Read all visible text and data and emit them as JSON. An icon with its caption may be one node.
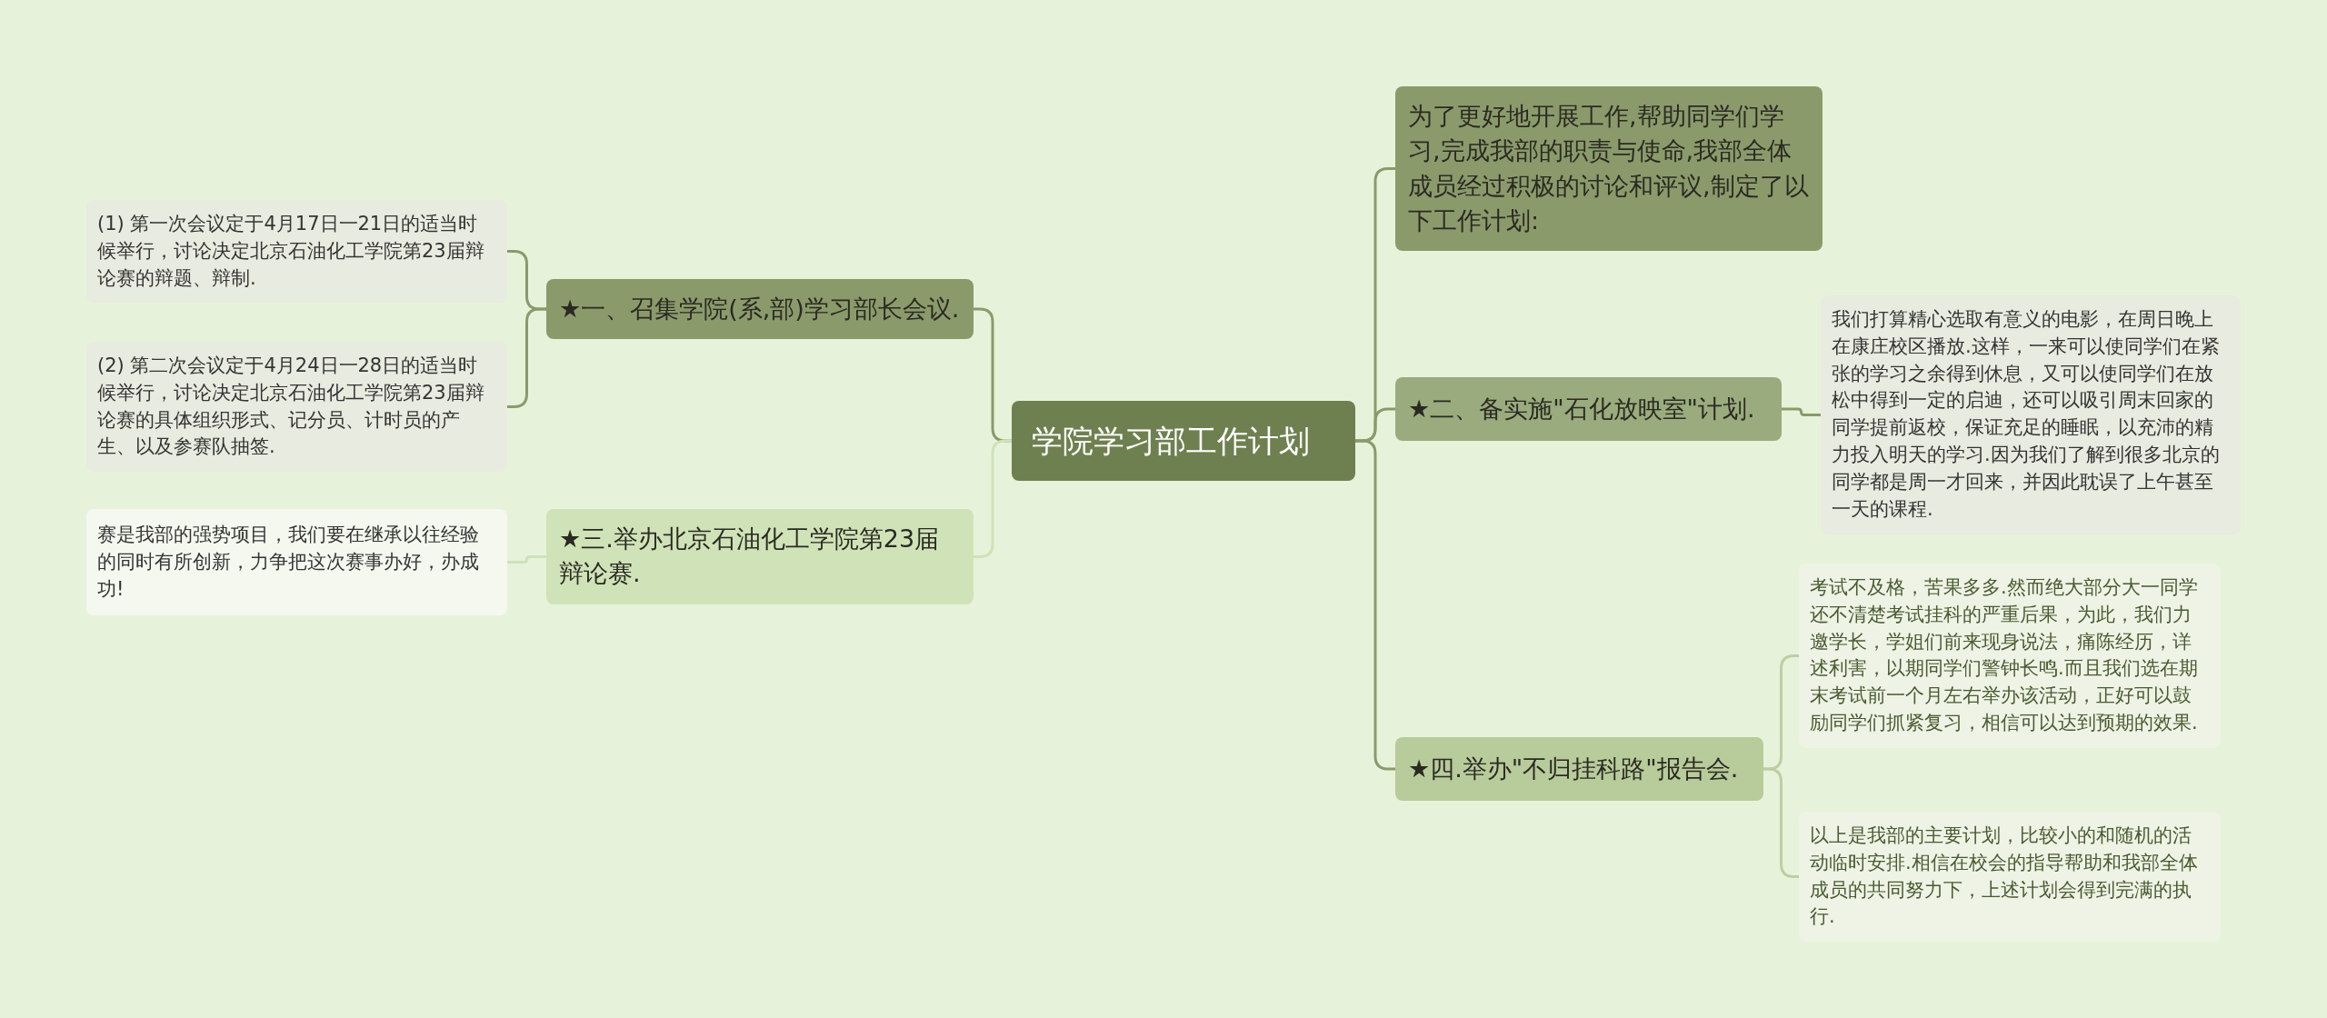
{
  "diagram": {
    "nodes": [
      {
        "text": [
          "学院学习部工作计划"
        ]
      },
      {
        "text": [
          "为了更好地开展工作,帮助同学们学习,完成我部的职责与使命,我部全体成员经过积极的讨论和评议,制定了以下工作计划:"
        ]
      },
      {
        "text": [
          "★二、备实施\"石化放映室\"计划."
        ]
      },
      {
        "text": [
          "我们打算精心选取有意义的电影，在周日晚上在康庄校区播放.这样，一来可以使同学们在紧张的学习之余得到休息，又可以使同学们在放松中得到一定的启迪，还可以吸引周末回家的同学提前返校，保证充足的睡眠，以充沛的精力投入明天的学习.因为我们了解到很多北京的同学都是周一才回来，并因此耽误了上午甚至一天的课程."
        ]
      },
      {
        "text": [
          "★一、召集学院(系,部)学习部长会议."
        ]
      },
      {
        "text": [
          "(1) 第一次会议定于4月17日一21日的适当时候举行，讨论决定北京石油化工学院第23届辩论赛的辩题、辩制."
        ]
      },
      {
        "text": [
          "(2) 第二次会议定于4月24日一28日的适当时候举行，讨论决定北京石油化工学院第23届辩论赛的具体组织形式、记分员、计时员的产生、以及参赛队抽签."
        ]
      },
      {
        "text": [
          "★三.举办北京石油化工学院第23届辩论赛."
        ]
      },
      {
        "text": [
          "赛是我部的强势项目，我们要在继承以往经验的同时有所创新，力争把这次赛事办好，办成功!"
        ]
      },
      {
        "text": [
          "★四.举办\"不归挂科路\"报告会."
        ]
      },
      {
        "text": [
          "考试不及格，苦果多多.然而绝大部分大一同学还不清楚考试挂科的严重后果，为此，我们力邀学长，学姐们前来现身说法，痛陈经历，详述利害，以期同学们警钟长鸣.而且我们选在期末考试前一个月左右举办该活动，正好可以鼓励同学们抓紧复习，相信可以达到预期的效果."
        ]
      },
      {
        "text": [
          "以上是我部的主要计划，比较小的和随机的活动临时安排.相信在校会的指导帮助和我部全体成员的共同努力下，上述计划会得到完满的执行."
        ]
      }
    ],
    "edges": [
      {
        "from": 0,
        "to": 1,
        "arrow": "none"
      },
      {
        "from": 0,
        "to": 2,
        "arrow": "none"
      },
      {
        "from": 2,
        "to": 3,
        "arrow": "none"
      },
      {
        "from": 0,
        "to": 4,
        "arrow": "none"
      },
      {
        "from": 4,
        "to": 5,
        "arrow": "none"
      },
      {
        "from": 4,
        "to": 6,
        "arrow": "none"
      },
      {
        "from": 0,
        "to": 7,
        "arrow": "none",
        "color": "#cfe2b8"
      },
      {
        "from": 7,
        "to": 8,
        "arrow": "none",
        "color": "#cfe2b8"
      },
      {
        "from": 0,
        "to": 9,
        "arrow": "none"
      },
      {
        "from": 9,
        "to": 10,
        "arrow": "none",
        "color": "#bccfa2"
      },
      {
        "from": 9,
        "to": 11,
        "arrow": "none",
        "color": "#bccfa2"
      }
    ]
  }
}
